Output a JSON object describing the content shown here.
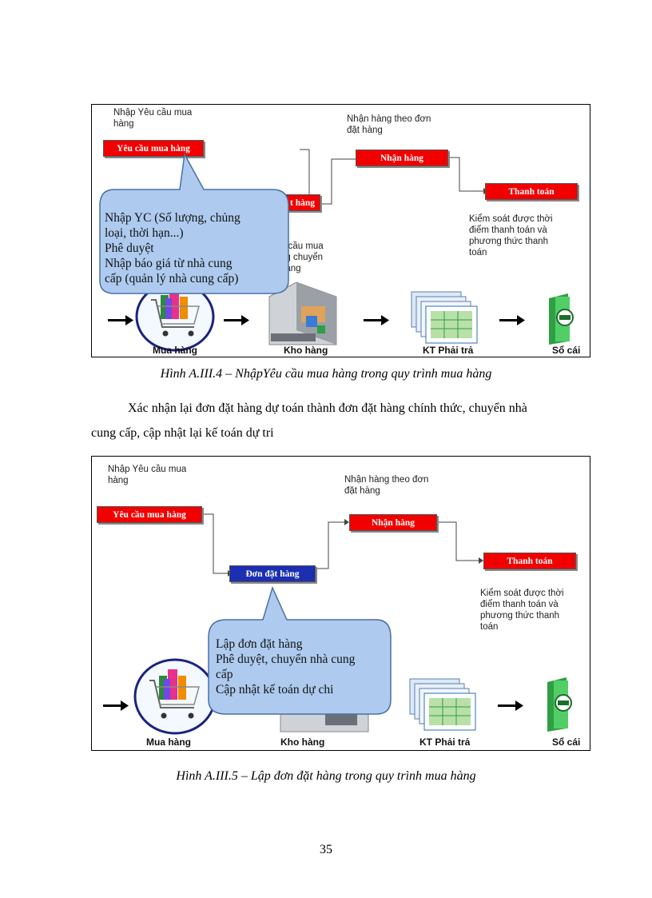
{
  "figure1": {
    "note_request": "Nhập Yêu cầu mua\nhàng",
    "note_receive": "Nhận hàng theo đơn\nđặt hàng",
    "note_control": "Kiểm soát được thời\nđiểm thanh toán và\nphương thức thanh\ntoán",
    "note_hidden": "u cầu  mua\nng chuyển\nhàng",
    "box_request": "Yêu cầu mua hàng",
    "box_order_partial": "t hàng",
    "box_receive": "Nhận hàng",
    "box_payment": "Thanh toán",
    "bubble_lines": [
      "Nhập YC (Số lượng, chủng",
      "loại, thời hạn...)",
      "Phê duyệt",
      "Nhập báo giá từ nhà cung",
      "cấp (quản lý nhà cung cấp)"
    ],
    "label_purchase": "Mua hàng",
    "label_warehouse": "Kho hàng",
    "label_payable": "KT Phải trả",
    "label_ledger": "Sổ cái"
  },
  "caption1": "Hình A.III.4 – NhậpYêu cầu mua hàng trong quy trình mua hàng",
  "paragraph_line1": "Xác nhận lại đơn đặt hàng dự toán thành đơn đặt hàng chính thức, chuyển nhà",
  "paragraph_line2": "cung cấp, cập nhật lại kế toán dự tri",
  "figure2": {
    "note_request": "Nhập Yêu cầu mua\nhàng",
    "note_receive": "Nhận hàng theo đơn\nđặt hàng",
    "note_control": "Kiểm soát được thời\nđiểm thanh toán và\nphương thức thanh\ntoán",
    "box_request": "Yêu cầu mua hàng",
    "box_order": "Đơn đặt hàng",
    "box_receive": "Nhận hàng",
    "box_payment": "Thanh toán",
    "bubble_lines": [
      "Lập đơn đặt hàng",
      "Phê duyệt, chuyển nhà cung",
      "cấp",
      "Cập nhật kế toán dự chi"
    ],
    "label_purchase": "Mua hàng",
    "label_warehouse": "Kho hàng",
    "label_payable": "KT Phải trả",
    "label_ledger": "Sổ cái"
  },
  "caption2": "Hình A.III.5 – Lập đơn đặt hàng trong quy trình mua hàng",
  "page_number": "35"
}
